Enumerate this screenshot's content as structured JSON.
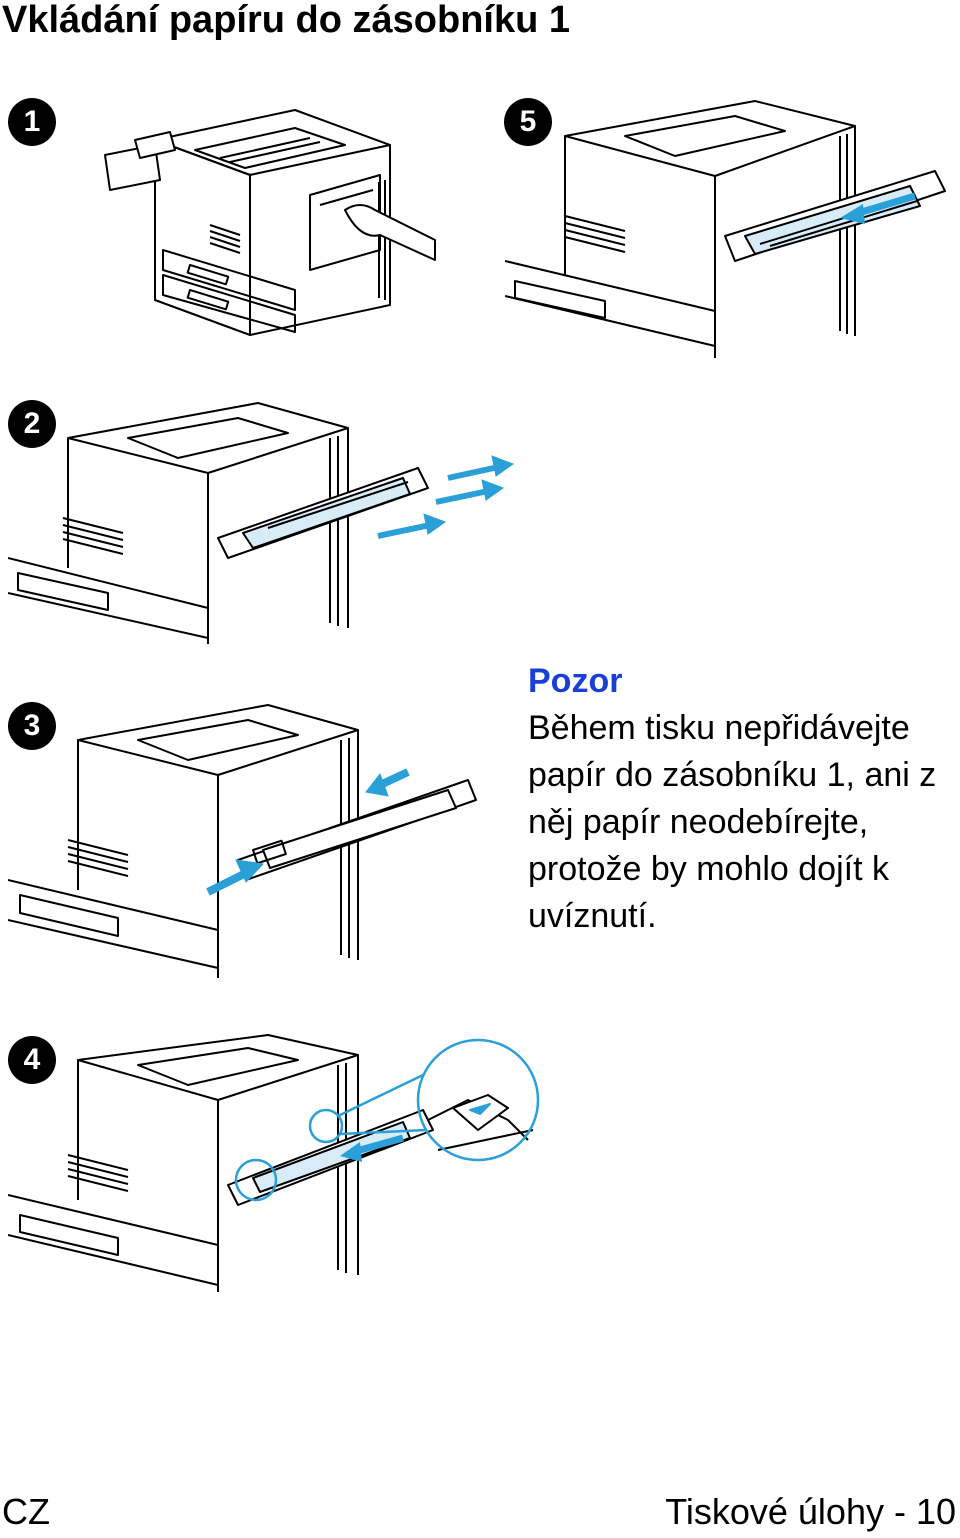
{
  "page": {
    "title": "Vkládání papíru do zásobníku 1"
  },
  "steps": [
    {
      "number": "1"
    },
    {
      "number": "5"
    },
    {
      "number": "2"
    },
    {
      "number": "3"
    },
    {
      "number": "4"
    }
  ],
  "caution": {
    "title": "Pozor",
    "body": "Během tisku nepřidávejte papír do zásobníku 1, ani z něj papír neodebírejte, protože by mohlo dojít k uvíznutí."
  },
  "footer": {
    "left": "CZ",
    "right": "Tiskové úlohy - 10"
  },
  "colors": {
    "accent": "#1a3fd6",
    "arrow": "#2a9fd8",
    "paper": "#d8ecf8"
  }
}
